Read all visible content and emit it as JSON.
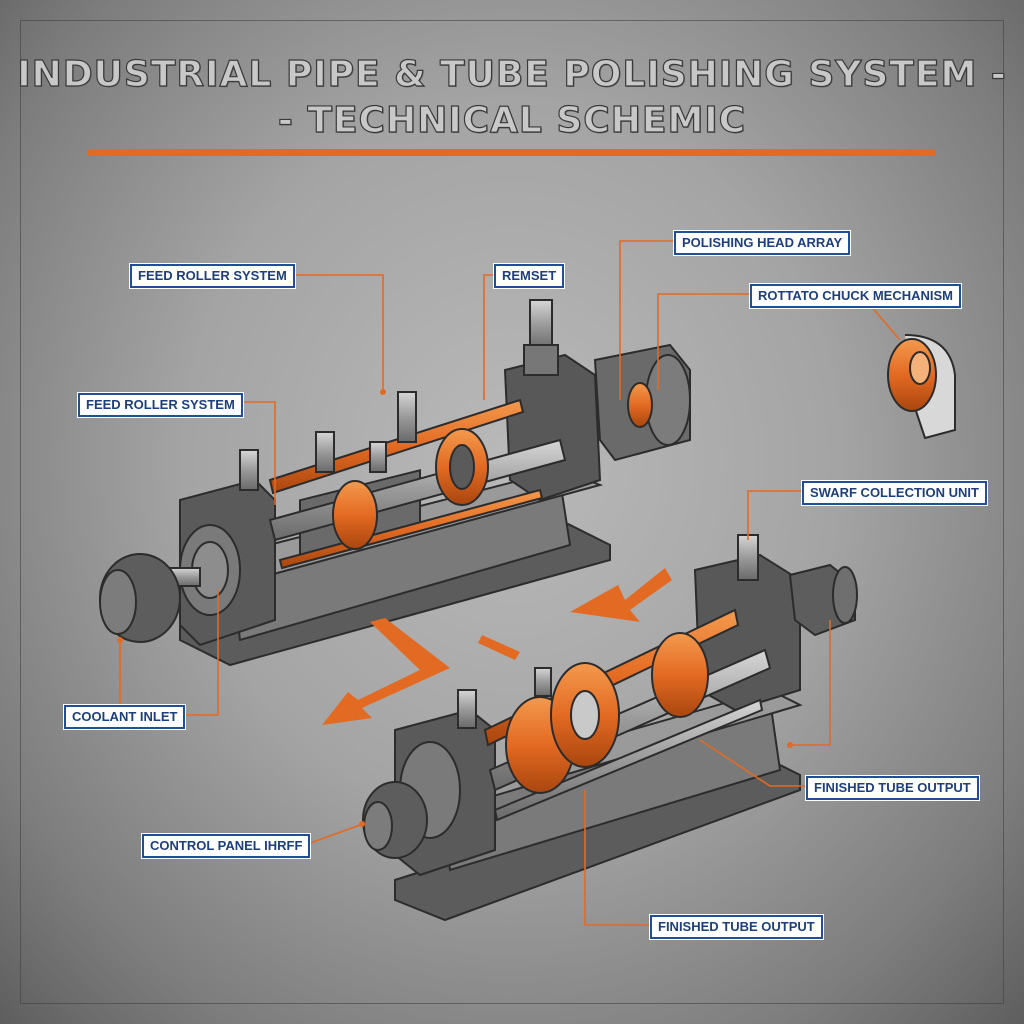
{
  "title": {
    "line1": "INDUSTRIAL PIPE & TUBE POLISHING SYSTEM -",
    "line2": "- TECHNICAL SCHEMIC"
  },
  "labels": {
    "feed_roller_top": "FEED ROLLER SYSTEM",
    "remset": "REMSET",
    "polishing_head": "POLISHING HEAD ARRAY",
    "rotator_chuck": "ROTTATO CHUCK MECHANISM",
    "feed_roller_left": "FEED ROLLER SYSTEM",
    "swarf": "SWARF COLLECTION UNIT",
    "coolant": "COOLANT INLET",
    "finished_right": "FINISHED TUBE OUTPUT",
    "control_panel": "CONTROL PANEL IHRFF",
    "finished_bottom": "FINISHED TUBE OUTPUT"
  },
  "colors": {
    "accent": "#e36a22",
    "label_border": "#1f4f9a",
    "machine_dark": "#4e4e4e",
    "machine_mid": "#6d6d6d",
    "machine_light": "#8f8f8f"
  }
}
